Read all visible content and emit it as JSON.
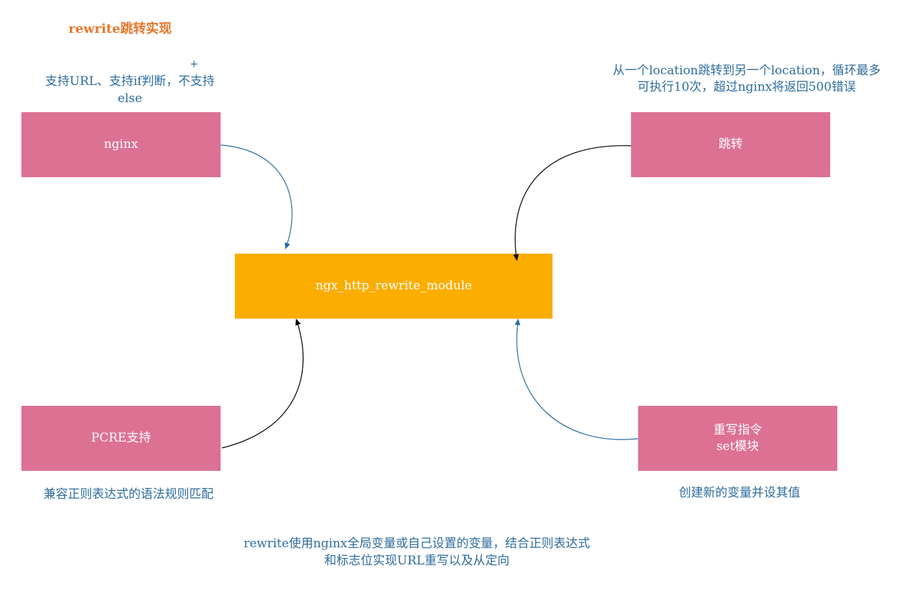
{
  "title": "rewrite跳转实现",
  "center_module": "ngx_http_rewrite_module",
  "nodes": {
    "nginx": {
      "label": "nginx",
      "note": "支持URL、支持if判断，不支持else"
    },
    "jump": {
      "label": "跳转",
      "note": "从一个location跳转到另一个location，循环最多可执行10次，超过nginx将返回500错误"
    },
    "pcre": {
      "label": "PCRE支持",
      "note": "兼容正则表达式的语法规则匹配"
    },
    "rewrite_cmd": {
      "label_line1": "重写指令",
      "label_line2": "set模块",
      "note": "创建新的变量并设其值"
    }
  },
  "bottom_note": "rewrite使用nginx全局变量或自己设置的变量，结合正则表达式和标志位实现URL重写以及从定向",
  "colors": {
    "title": "#e8762b",
    "node_fill": "#dc7193",
    "center_fill": "#fbad00",
    "note_text": "#2d6c9c",
    "blue_arrow": "#2d6c9c",
    "black_arrow": "#000000"
  }
}
